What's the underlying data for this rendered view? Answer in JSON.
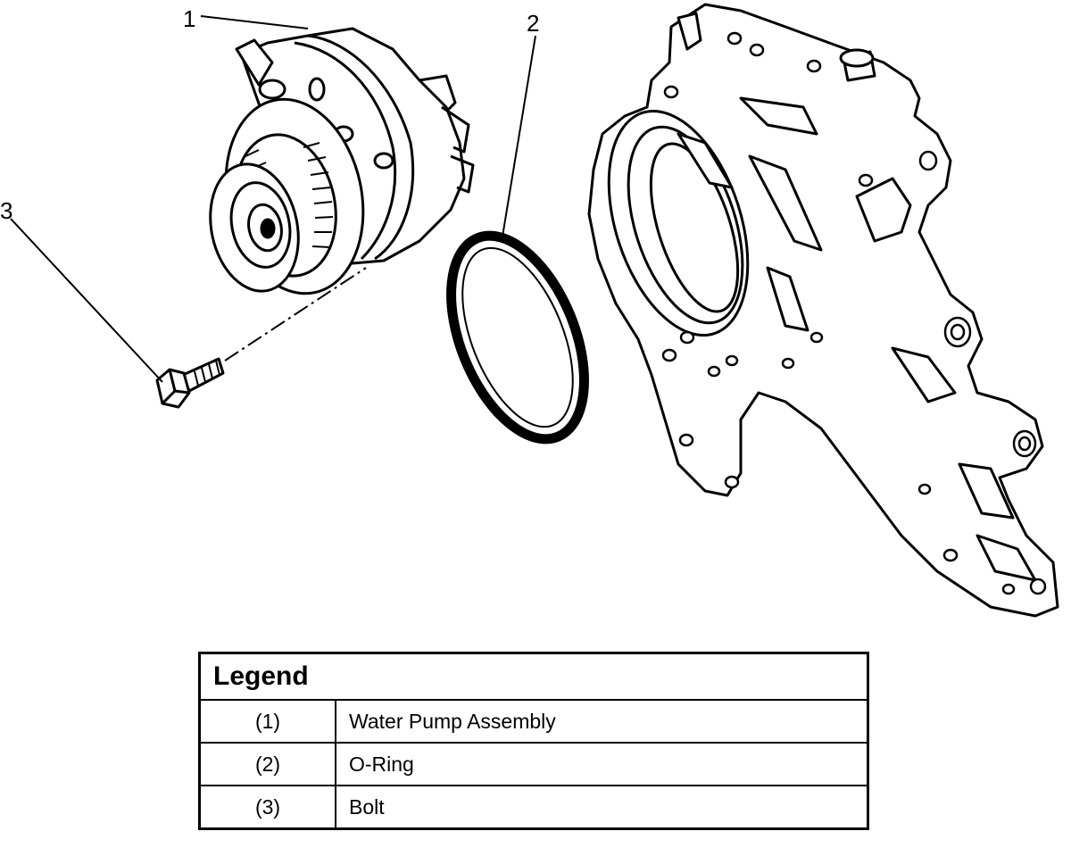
{
  "callouts": {
    "c1": "1",
    "c2": "2",
    "c3": "3"
  },
  "legend": {
    "title": "Legend",
    "rows": [
      {
        "num": "(1)",
        "desc": "Water Pump Assembly"
      },
      {
        "num": "(2)",
        "desc": "O-Ring"
      },
      {
        "num": "(3)",
        "desc": "Bolt"
      }
    ]
  },
  "colors": {
    "ink": "#000000",
    "paper": "#ffffff"
  }
}
